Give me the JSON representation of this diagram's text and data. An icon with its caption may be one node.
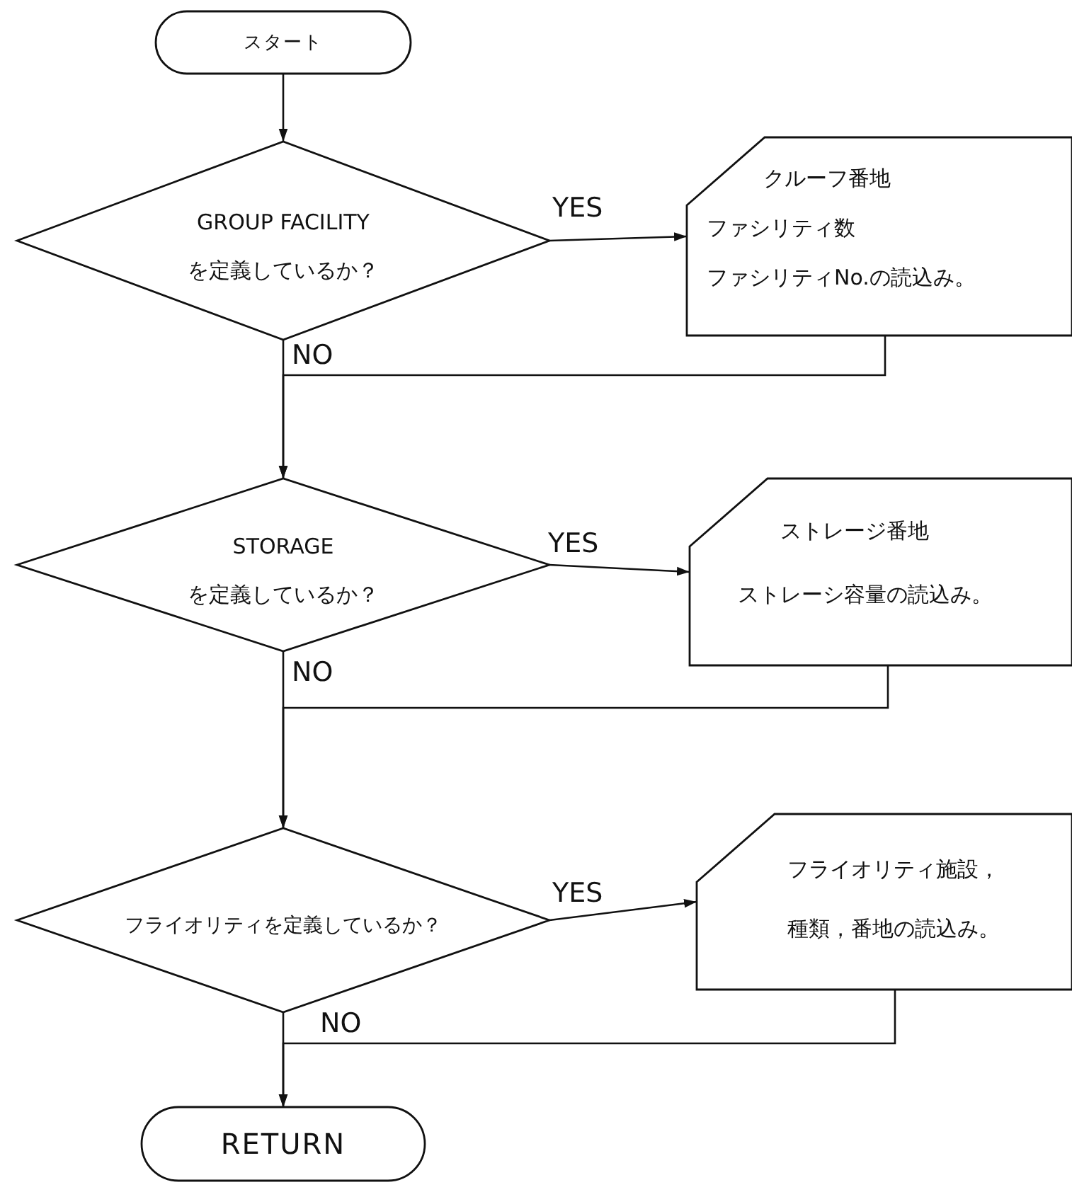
{
  "diagram": {
    "nodes": [
      {
        "text": [
          "スタート"
        ]
      },
      {
        "text": [
          "GROUP FACILITY を定義しているか？"
        ]
      },
      {
        "text": [
          "クルーフ番地",
          "ファシリティ数",
          "ファシリティNo.の読込み。"
        ]
      },
      {
        "text": [
          "STORAGE を定義しているか？"
        ]
      },
      {
        "text": [
          "ストレージ番地",
          "ストレーシ容量の読込み。"
        ]
      },
      {
        "text": [
          "フライオリティを定義しているか？"
        ]
      },
      {
        "text": [
          "フライオリティ施設，種類，番地の読込み。"
        ]
      },
      {
        "text": [
          "RETURN"
        ]
      }
    ],
    "edges": [
      {
        "from": 0,
        "to": 1,
        "arrow": "to"
      },
      {
        "from": 1,
        "to": 2,
        "arrow": "to",
        "label": "YES"
      },
      {
        "from": 1,
        "to": 3,
        "arrow": "to",
        "label": "NO"
      },
      {
        "from": 2,
        "to": 3,
        "arrow": "to"
      },
      {
        "from": 3,
        "to": 4,
        "arrow": "to",
        "label": "YES"
      },
      {
        "from": 3,
        "to": 5,
        "arrow": "to",
        "label": "NO"
      },
      {
        "from": 4,
        "to": 5,
        "arrow": "to"
      },
      {
        "from": 5,
        "to": 6,
        "arrow": "to",
        "label": "YES"
      },
      {
        "from": 5,
        "to": 7,
        "arrow": "to",
        "label": "NO"
      },
      {
        "from": 6,
        "to": 7,
        "arrow": "to"
      }
    ]
  }
}
